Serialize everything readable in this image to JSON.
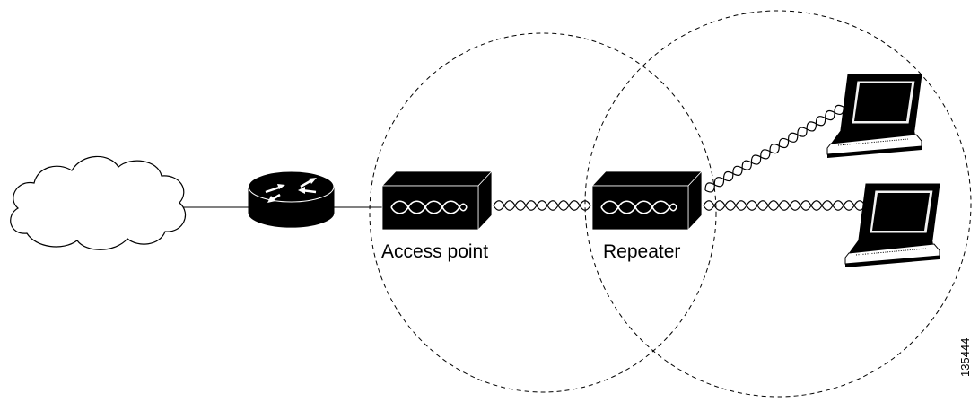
{
  "diagram": {
    "labels": {
      "access_point": "Access point",
      "repeater": "Repeater"
    },
    "figure_number": "135444",
    "nodes": [
      {
        "id": "cloud",
        "icon": "network-cloud-icon"
      },
      {
        "id": "router",
        "icon": "router-icon"
      },
      {
        "id": "access_point",
        "icon": "access-point-icon"
      },
      {
        "id": "repeater",
        "icon": "repeater-icon"
      },
      {
        "id": "laptop_1",
        "icon": "laptop-icon"
      },
      {
        "id": "laptop_2",
        "icon": "laptop-icon"
      }
    ],
    "links": [
      {
        "from": "cloud",
        "to": "router",
        "kind": "wired"
      },
      {
        "from": "router",
        "to": "access_point",
        "kind": "wired"
      },
      {
        "from": "access_point",
        "to": "repeater",
        "kind": "wireless"
      },
      {
        "from": "repeater",
        "to": "laptop_1",
        "kind": "wireless"
      },
      {
        "from": "repeater",
        "to": "laptop_2",
        "kind": "wireless"
      }
    ],
    "coverage_areas": [
      {
        "node": "access_point",
        "style": "dashed"
      },
      {
        "node": "repeater",
        "style": "dashed"
      }
    ],
    "colors": {
      "ink": "#000000",
      "background": "#ffffff",
      "laptop_screen": "#000000",
      "laptop_bezel": "#f2f2f2"
    }
  }
}
